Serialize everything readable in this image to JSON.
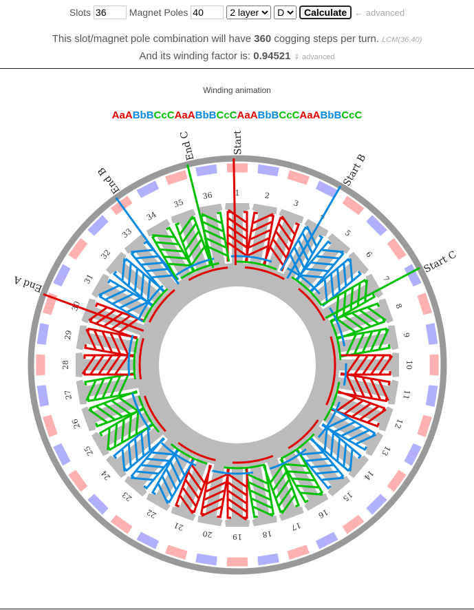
{
  "controls": {
    "slots_label": "Slots",
    "slots_value": "36",
    "poles_label": "Magnet Poles",
    "poles_value": "40",
    "layer_select": "2 layer",
    "type_select": "D",
    "calculate_label": "Calculate",
    "advanced_link": "← advanced"
  },
  "info": {
    "cogging_prefix": "This slot/magnet pole combination will have",
    "cogging_steps": "360",
    "cogging_suffix": "cogging steps per turn.",
    "lcm": "LCM(36,40)",
    "wf_prefix": "And its winding factor is:",
    "winding_factor": "0.94521",
    "wf_advanced": "⇓ advanced"
  },
  "animation_label": "Winding animation",
  "sequence": "AaABbBCcCAaABbBCcCAaABbBCcCAaABbBCcC",
  "colors": {
    "A": "#e00000",
    "B": "#0a8ae0",
    "C": "#00c000",
    "magnet_n": "#ffb0b0",
    "magnet_s": "#b0b0ff",
    "stator": "#bbbbbb",
    "ring": "#999999"
  },
  "diagram": {
    "slots": 36,
    "magnets": 40,
    "slot_labels": [
      "1",
      "2",
      "3",
      "4",
      "5",
      "6",
      "7",
      "8",
      "9",
      "10",
      "11",
      "12",
      "13",
      "14",
      "15",
      "16",
      "17",
      "18",
      "19",
      "20",
      "21",
      "22",
      "23",
      "24",
      "25",
      "26",
      "27",
      "28",
      "29",
      "30",
      "31",
      "32",
      "33",
      "34",
      "35",
      "36"
    ],
    "terminals": [
      {
        "label": "Start A",
        "phase": "A",
        "deg": -1
      },
      {
        "label": "Start B",
        "phase": "B",
        "deg": 30
      },
      {
        "label": "Start C",
        "phase": "C",
        "deg": 62
      },
      {
        "label": "End A",
        "phase": "A",
        "deg": -70
      },
      {
        "label": "End B",
        "phase": "B",
        "deg": -36
      },
      {
        "label": "End C",
        "phase": "C",
        "deg": -14
      }
    ]
  }
}
